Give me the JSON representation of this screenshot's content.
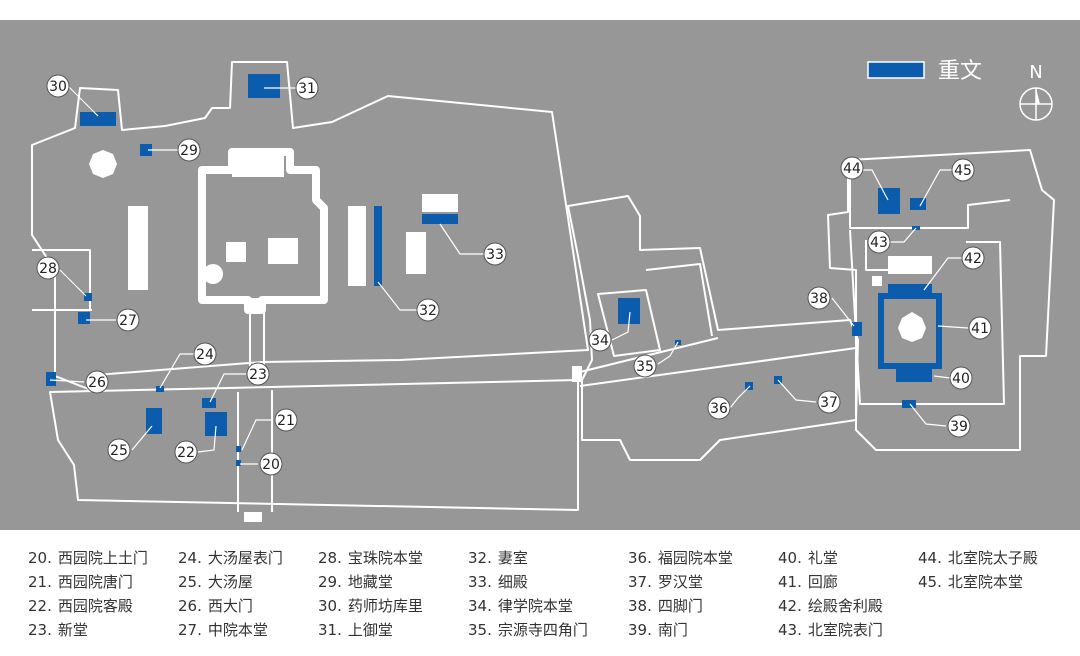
{
  "legend": {
    "label": "重文",
    "swatch_color": "#0b5cad",
    "north_label": "N"
  },
  "colors": {
    "map_background": "#979797",
    "outline": "#ffffff",
    "building_highlight": "#0b5cad"
  },
  "callouts": [
    "20",
    "21",
    "22",
    "23",
    "24",
    "25",
    "26",
    "27",
    "28",
    "29",
    "30",
    "31",
    "32",
    "33",
    "34",
    "35",
    "36",
    "37",
    "38",
    "39",
    "40",
    "41",
    "42",
    "43",
    "44",
    "45"
  ],
  "index": [
    [
      {
        "num": "20.",
        "name": "西园院上土门"
      },
      {
        "num": "21.",
        "name": "西园院唐门"
      },
      {
        "num": "22.",
        "name": "西园院客殿"
      },
      {
        "num": "23.",
        "name": "新堂"
      }
    ],
    [
      {
        "num": "24.",
        "name": "大汤屋表门"
      },
      {
        "num": "25.",
        "name": "大汤屋"
      },
      {
        "num": "26.",
        "name": "西大门"
      },
      {
        "num": "27.",
        "name": "中院本堂"
      }
    ],
    [
      {
        "num": "28.",
        "name": "宝珠院本堂"
      },
      {
        "num": "29.",
        "name": "地藏堂"
      },
      {
        "num": "30.",
        "name": "药师坊库里"
      },
      {
        "num": "31.",
        "name": "上御堂"
      }
    ],
    [
      {
        "num": "32.",
        "name": "妻室"
      },
      {
        "num": "33.",
        "name": "细殿"
      },
      {
        "num": "34.",
        "name": "律学院本堂"
      },
      {
        "num": "35.",
        "name": "宗源寺四角门"
      }
    ],
    [
      {
        "num": "36.",
        "name": "福园院本堂"
      },
      {
        "num": "37.",
        "name": "罗汉堂"
      },
      {
        "num": "38.",
        "name": "四脚门"
      },
      {
        "num": "39.",
        "name": "南门"
      }
    ],
    [
      {
        "num": "40.",
        "name": "礼堂"
      },
      {
        "num": "41.",
        "name": "回廊"
      },
      {
        "num": "42.",
        "name": "绘殿舍利殿"
      },
      {
        "num": "43.",
        "name": "北室院表门"
      }
    ],
    [
      {
        "num": "44.",
        "name": "北室院太子殿"
      },
      {
        "num": "45.",
        "name": "北室院本堂"
      }
    ]
  ]
}
